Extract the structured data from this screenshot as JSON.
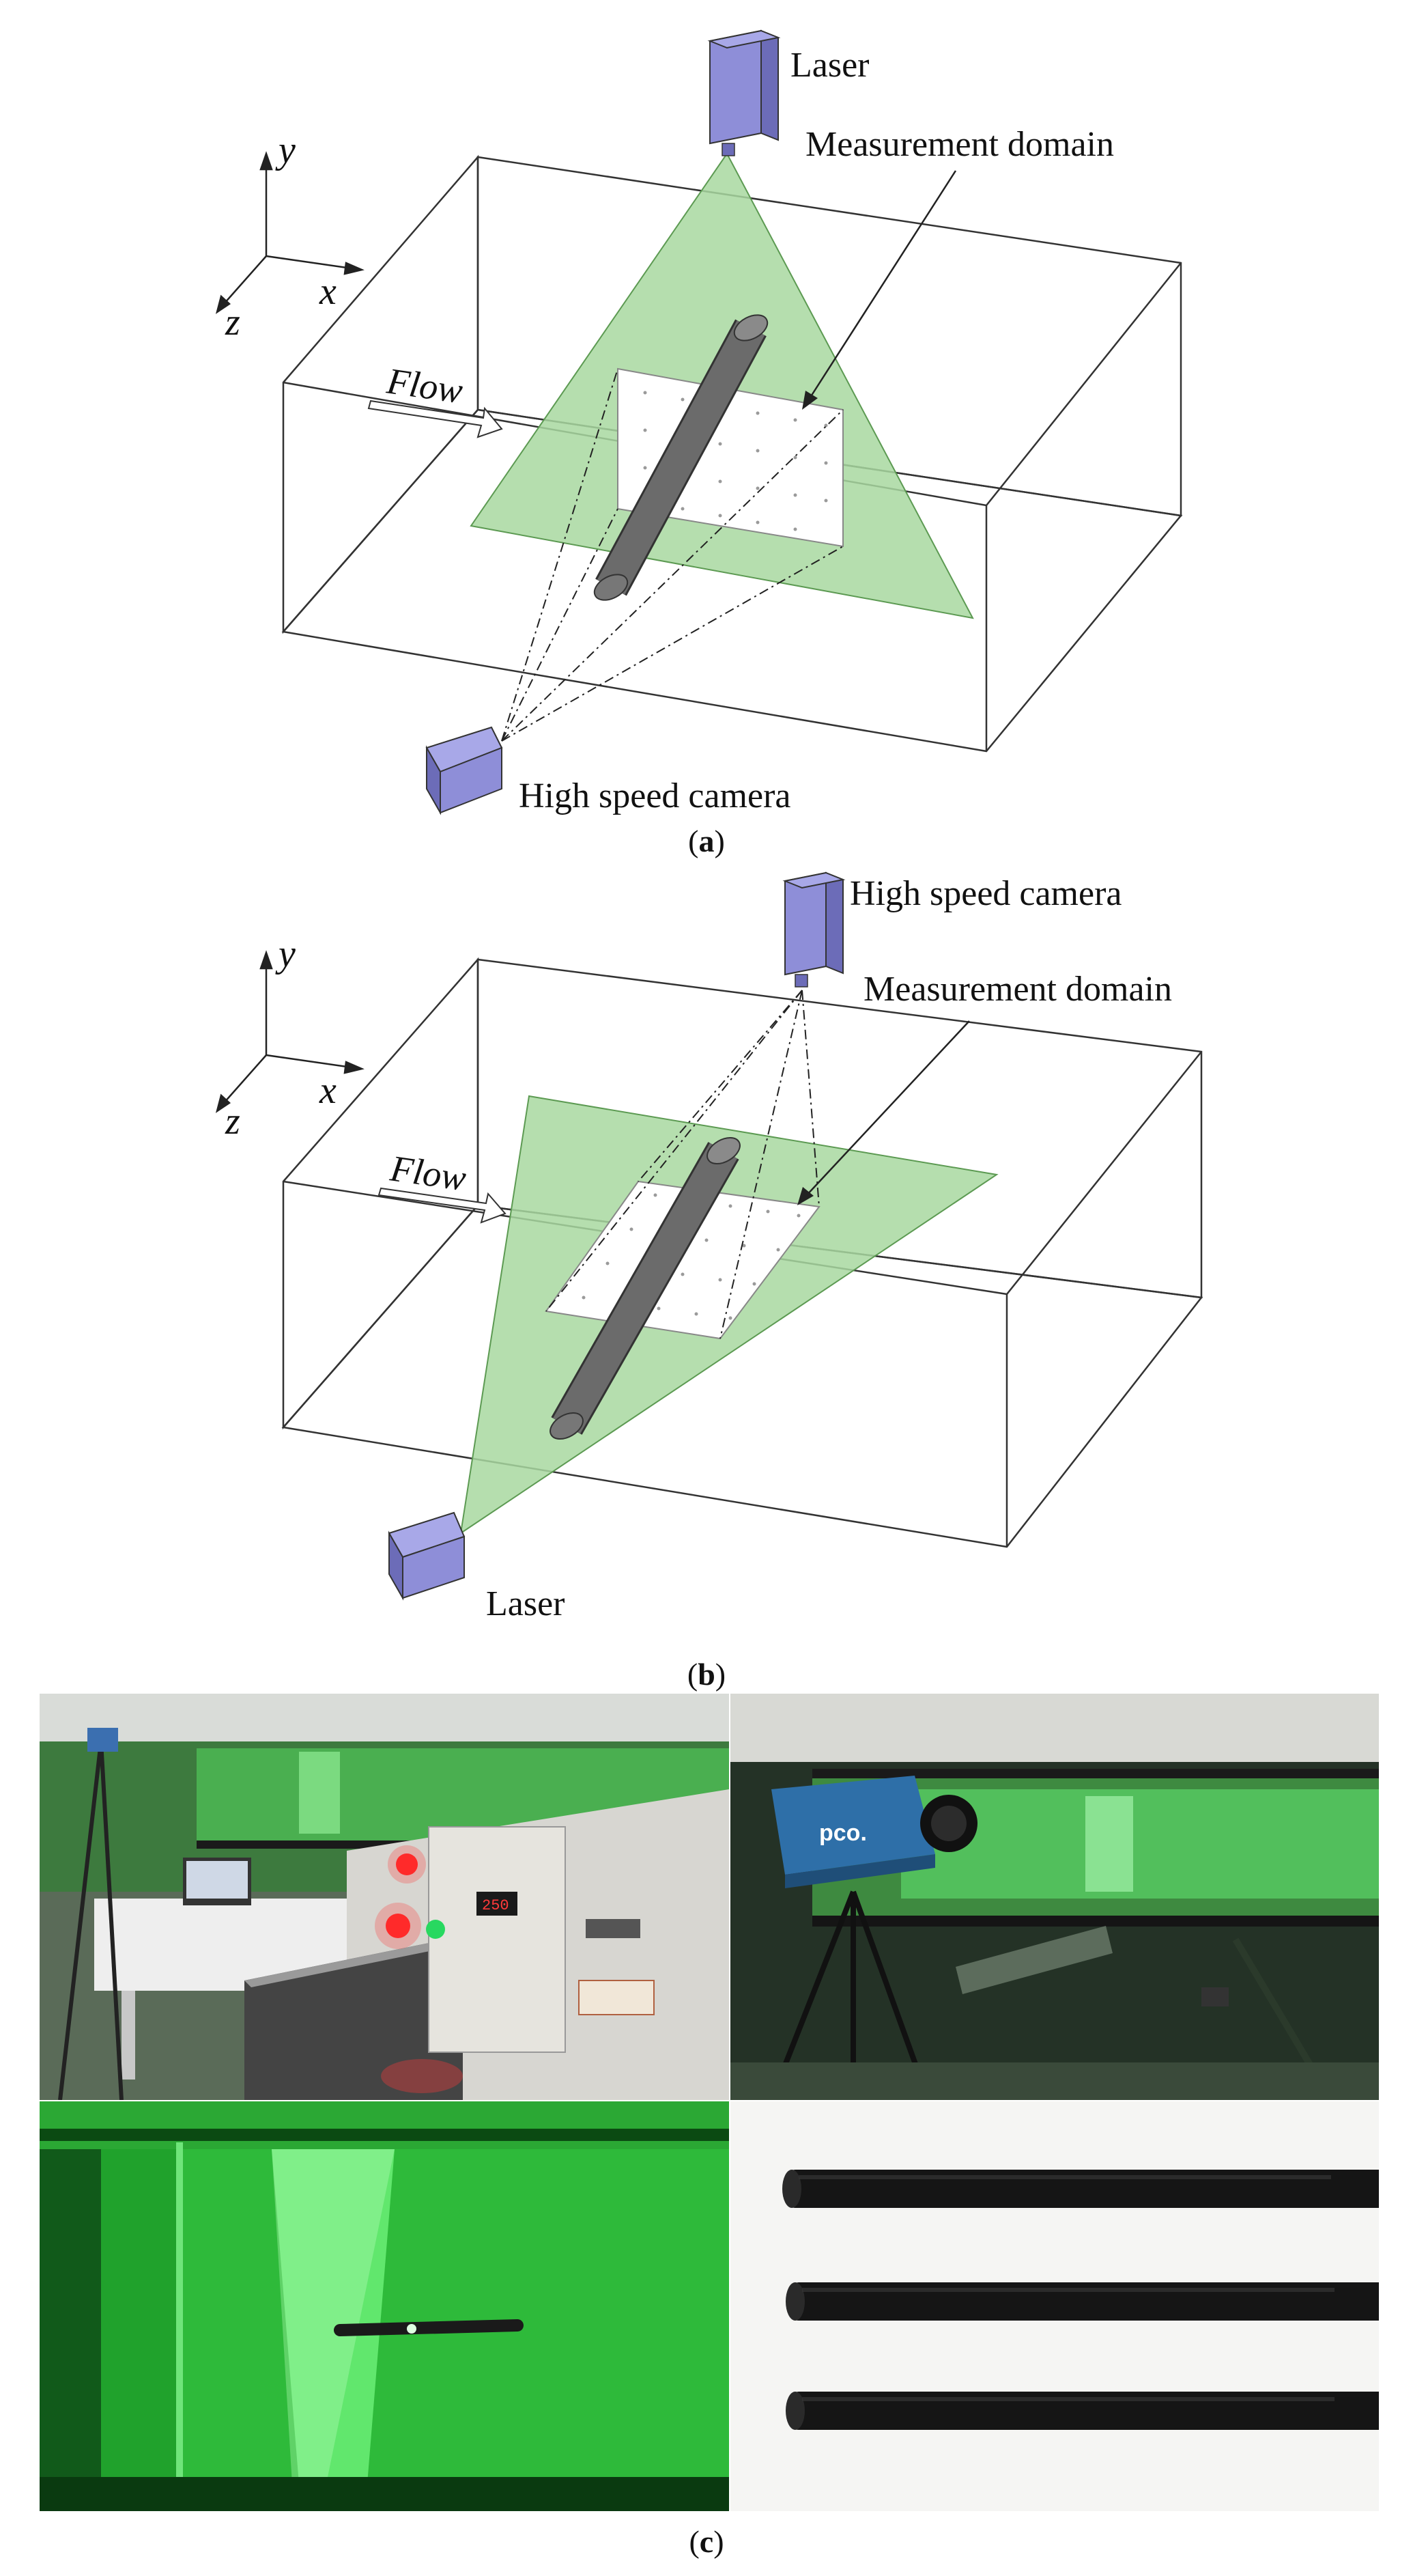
{
  "panel_a": {
    "axes": {
      "y": "y",
      "x": "x",
      "z": "z"
    },
    "flow_label": "Flow",
    "laser_label": "Laser",
    "domain_label": "Measurement domain",
    "camera_label": "High speed camera",
    "caption_letter": "a"
  },
  "panel_b": {
    "axes": {
      "y": "y",
      "x": "x",
      "z": "z"
    },
    "flow_label": "Flow",
    "laser_label": "Laser",
    "domain_label": "Measurement domain",
    "camera_label": "High speed camera",
    "caption_letter": "b"
  },
  "panel_c": {
    "caption_letter": "c",
    "camera_brand": "pco.",
    "controller_display": "250"
  },
  "colors": {
    "laser_sheet": "#a8d8a0",
    "device": "#8e8ed8",
    "cylinder": "#6b6b6b",
    "laser_green": "#2cff4a"
  }
}
